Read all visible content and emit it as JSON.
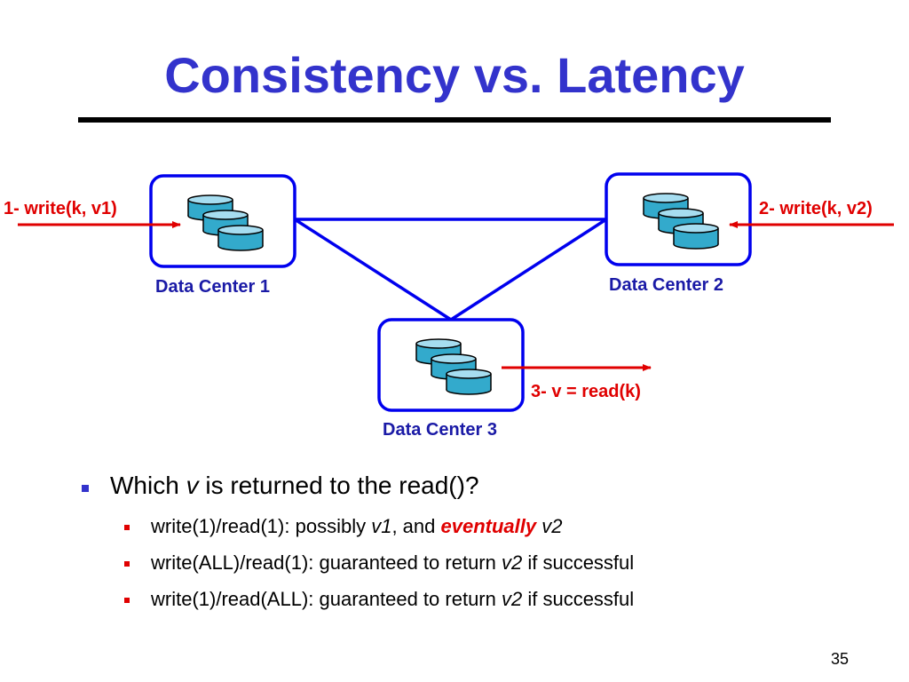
{
  "slide": {
    "title": "Consistency vs. Latency",
    "page_number": "35"
  },
  "diagram": {
    "data_centers": [
      "Data Center 1",
      "Data Center 2",
      "Data Center 3"
    ],
    "operations": {
      "write1": "1- write(k, v1)",
      "write2": "2- write(k, v2)",
      "read3": "3- v = read(k)"
    },
    "colors": {
      "box": "#0000ee",
      "db_fill": "#33aacc",
      "arrow": "#e00000",
      "label": "#1a1aa6"
    }
  },
  "bullets": {
    "main": {
      "pre": "Which ",
      "var": "v",
      "post": " is returned to the read()?"
    },
    "sub": [
      {
        "pre": "write(1)/read(1): possibly ",
        "var": "v1",
        "mid": ", and ",
        "emph": "eventually",
        "var2": "v2"
      },
      {
        "pre": "write(ALL)/read(1): guaranteed to return ",
        "var": "v2",
        "post": " if successful"
      },
      {
        "pre": "write(1)/read(ALL): guaranteed to return ",
        "var": "v2",
        "post": " if successful"
      }
    ]
  }
}
